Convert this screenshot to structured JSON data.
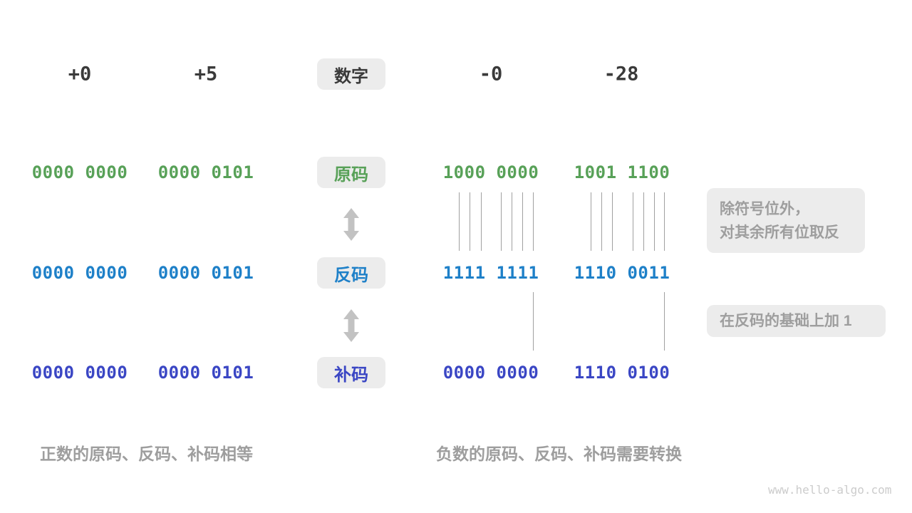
{
  "colors": {
    "sign_magnitude_green": "#58a158",
    "ones_complement_blue": "#1e80c8",
    "twos_complement_indigo": "#3a46c4",
    "box_background": "#ececec",
    "dark_text": "#3a3a3a",
    "gray_text": "#9e9e9e",
    "arrow_gray": "#c2c2c2",
    "line_gray": "#a0a0a0",
    "watermark_gray": "#cccccc"
  },
  "header": {
    "label": "数字",
    "values": [
      "+0",
      "+5",
      "-0",
      "-28"
    ]
  },
  "rows": [
    {
      "key": "sign-magnitude",
      "label": "原码",
      "values": [
        "0000 0000",
        "0000 0101",
        "1000 0000",
        "1001 1100"
      ]
    },
    {
      "key": "ones-complement",
      "label": "反码",
      "values": [
        "0000 0000",
        "0000 0101",
        "1111 1111",
        "1110 0011"
      ]
    },
    {
      "key": "twos-complement",
      "label": "补码",
      "values": [
        "0000 0000",
        "0000 0101",
        "0000 0000",
        "1110 0100"
      ]
    }
  ],
  "annotations": {
    "invert_line1": "除符号位外，",
    "invert_line2": "对其余所有位取反",
    "add_one": "在反码的基础上加  1"
  },
  "captions": {
    "positive": "正数的原码、反码、补码相等",
    "negative": "负数的原码、反码、补码需要转换"
  },
  "watermark": "www.hello-algo.com"
}
